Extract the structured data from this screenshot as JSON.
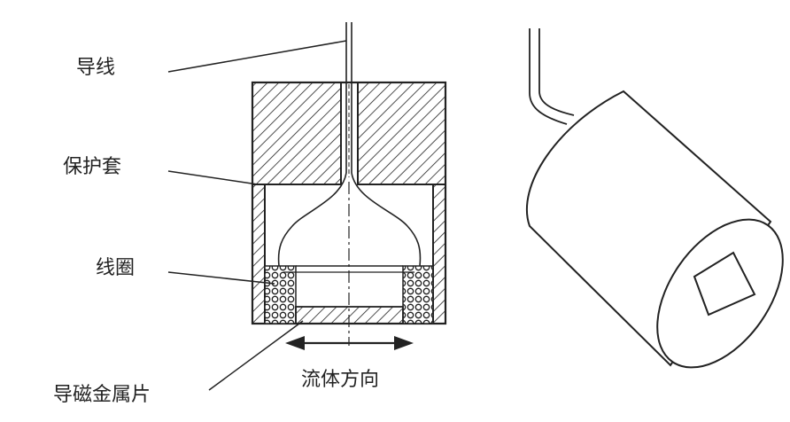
{
  "labels": {
    "wire": "导线",
    "sheath": "保护套",
    "coil": "线圈",
    "plate": "导磁金属片",
    "flow": "流体方向"
  },
  "colors": {
    "line": "#222222",
    "fill": "#ffffff"
  }
}
